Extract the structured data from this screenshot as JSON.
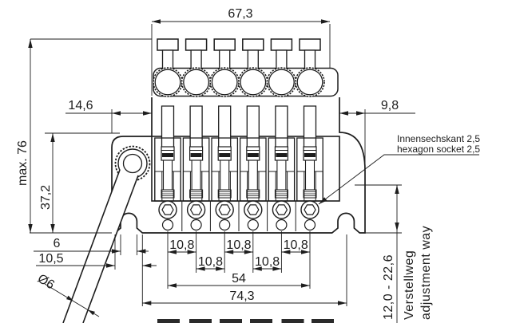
{
  "drawing": {
    "background": "#ffffff",
    "line_color": "#1d1d1d",
    "dimensions": {
      "top_width": "67,3",
      "left_offset": "14,6",
      "right_offset": "9,8",
      "max_height": "max. 76",
      "body_height": "37,2",
      "slot_width": "6",
      "slot_opening": "10,5",
      "arm_diameter": "Ø6",
      "string_spacing": [
        "10,8",
        "10,8",
        "10,8",
        "10,8",
        "10,8"
      ],
      "outer_string_spread": "54",
      "base_width": "74,3",
      "adjustment_range": "12,0 - 22,6"
    },
    "labels": {
      "hex_socket_de": "Innensechskant  2,5",
      "hex_socket_en": "hexagon socket 2,5",
      "adjustment_de": "Verstellweg",
      "adjustment_en": "adjustment way"
    }
  }
}
